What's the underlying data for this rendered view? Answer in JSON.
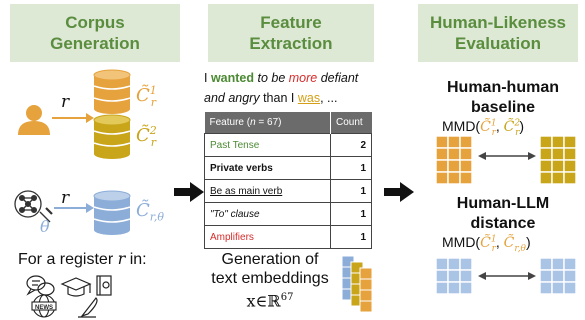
{
  "columns": {
    "corpus": "Corpus\nGeneration",
    "feature": "Feature\nExtraction",
    "human": "Human-Likeness\nEvaluation"
  },
  "corpus": {
    "register_var": "r",
    "c1": {
      "base": "C̃",
      "sup": "1",
      "sub": "r"
    },
    "c2": {
      "base": "C̃",
      "sup": "2",
      "sub": "r"
    },
    "llm_label": "θ",
    "c_llm": {
      "base": "C̃",
      "sub": "r,θ"
    },
    "for_register_prefix": "For a register ",
    "for_register_var": "r",
    "for_register_suffix": " in:",
    "news_label": "NEWS"
  },
  "feature": {
    "sentence": {
      "w1": "I ",
      "w2": "wanted",
      "w3": " to be ",
      "w4": "more",
      "w5": " defiant",
      "line2a": "and angry",
      "line2b": " than I ",
      "line2c": "was",
      "line2d": ", ..."
    },
    "table": {
      "header_feature_prefix": "Feature (",
      "header_feature_n": "n",
      "header_feature_suffix": " = 67)",
      "header_count": "Count",
      "rows": [
        {
          "name": "Past Tense",
          "count": "2"
        },
        {
          "name": "Private verbs",
          "count": "1"
        },
        {
          "name": "Be as main verb",
          "count": "1"
        },
        {
          "name": "\"To\" clause",
          "count": "1"
        },
        {
          "name": "Amplifiers",
          "count": "1"
        }
      ]
    },
    "embed_line1": "Generation of",
    "embed_line2": "text embeddings",
    "embed_math": "x∈ℝ",
    "embed_sup": "67"
  },
  "evaluation": {
    "hh_title_1": "Human-human",
    "hh_title_2": "baseline",
    "hh_mmd_prefix": "MMD(",
    "hl_title_1": "Human-LLM",
    "hl_title_2": "distance",
    "hl_mmd_prefix": "MMD("
  },
  "colors": {
    "header_bg": "#dde9d5",
    "header_text": "#5a8d3e",
    "orange": "#e6a23c",
    "gold": "#c9a51a",
    "blue": "#8cadd8",
    "table_header": "#6b6b6b",
    "green_text": "#4b8a33",
    "red_text": "#d62c2c"
  }
}
